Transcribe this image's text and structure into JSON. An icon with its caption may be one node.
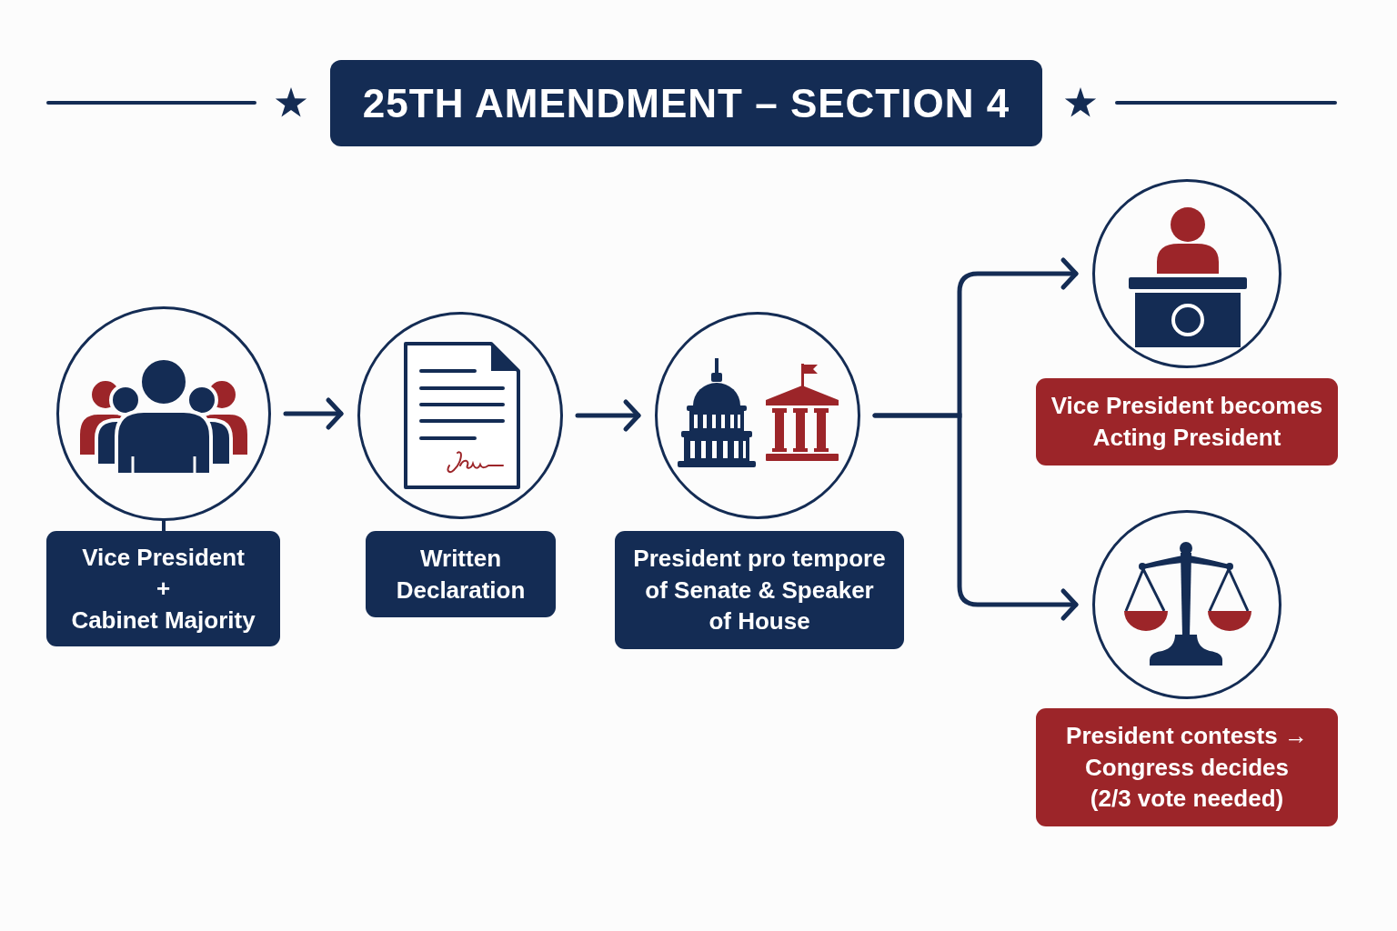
{
  "diagram": {
    "title": "25TH AMENDMENT – SECTION 4",
    "nodes": [
      {
        "text": [],
        "shape": "circle"
      },
      {
        "text": [
          "Vice President",
          "+",
          "Cabinet Majority"
        ]
      },
      {
        "text": [],
        "shape": "circle"
      },
      {
        "text": [
          "Written Declaration"
        ]
      },
      {
        "text": [],
        "shape": "circle"
      },
      {
        "text": [
          "President pro tempore of Senate & Speaker of House"
        ]
      },
      {
        "text": [],
        "shape": "circle"
      },
      {
        "text": [
          "Vice President becomes Acting President"
        ]
      },
      {
        "text": [],
        "shape": "circle"
      },
      {
        "text": [
          "President contests → Congress decides (2/3 vote needed)"
        ]
      }
    ],
    "edges": [
      {
        "from": 0,
        "to": 1,
        "arrow": "none"
      },
      {
        "from": 0,
        "to": 2,
        "arrow": "to"
      },
      {
        "from": 2,
        "to": 4,
        "arrow": "to"
      },
      {
        "from": 4,
        "to": 6,
        "arrow": "to"
      },
      {
        "from": 4,
        "to": 8,
        "arrow": "to"
      }
    ]
  }
}
